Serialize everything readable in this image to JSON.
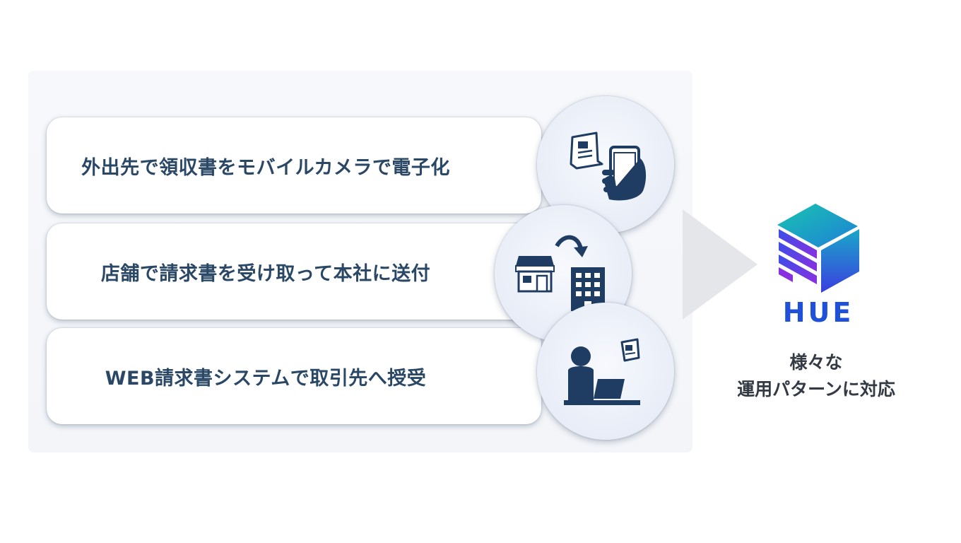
{
  "methods": [
    {
      "text": "外出先で領収書をモバイルカメラで電子化",
      "icon": "receipt-smartphone-icon"
    },
    {
      "text": "店舗で請求書を受け取って本社に送付",
      "icon": "store-to-office-icon"
    },
    {
      "text": "WEB請求書システムで取引先へ授受",
      "icon": "person-laptop-icon"
    }
  ],
  "arrow_icon": "play-arrow-icon",
  "brand": {
    "name": "HUE",
    "logo_icon": "hue-cube-logo",
    "colors": {
      "blue": "#1e50d8",
      "purple": "#7b35e0",
      "teal": "#19b7b0",
      "navy": "#1f3d63"
    }
  },
  "caption": {
    "line1": "様々な",
    "line2": "運用パターンに対応"
  }
}
